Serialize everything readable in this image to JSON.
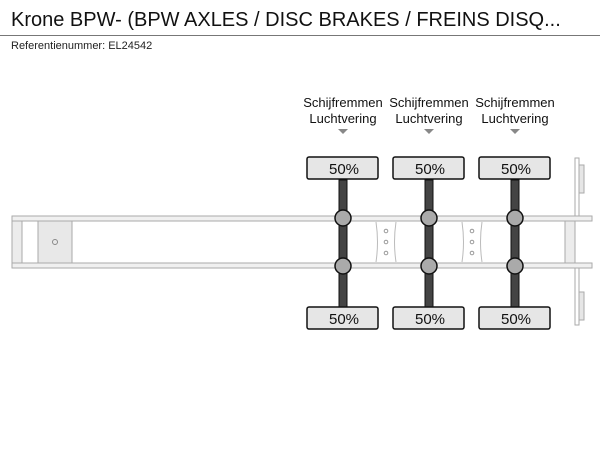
{
  "header": {
    "title": "Krone BPW- (BPW AXLES / DISC BRAKES / FREINS DISQ...",
    "reference": "Referentienummer: EL24542"
  },
  "axles": [
    {
      "brake": "Schijfremmen",
      "suspension": "Luchtvering",
      "top_load": "50%",
      "bottom_load": "50%"
    },
    {
      "brake": "Schijfremmen",
      "suspension": "Luchtvering",
      "top_load": "50%",
      "bottom_load": "50%"
    },
    {
      "brake": "Schijfremmen",
      "suspension": "Luchtvering",
      "top_load": "50%",
      "bottom_load": "50%"
    }
  ],
  "colors": {
    "axle": "#444444",
    "box": "#e6e6e6",
    "frame": "#f0f0f0",
    "hub": "#aaaaaa"
  }
}
